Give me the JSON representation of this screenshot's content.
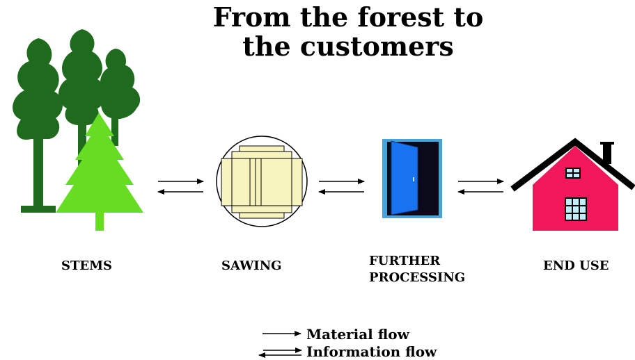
{
  "title": {
    "line1": "From the forest to",
    "line2": "the customers"
  },
  "stages": [
    {
      "label_lines": [
        "STEMS"
      ],
      "icon": "trees-icon"
    },
    {
      "label_lines": [
        "SAWING"
      ],
      "icon": "sawn-log-icon"
    },
    {
      "label_lines": [
        "FURTHER",
        "PROCESSING"
      ],
      "icon": "door-icon"
    },
    {
      "label_lines": [
        "END USE"
      ],
      "icon": "house-icon"
    }
  ],
  "legend": {
    "material": "Material flow",
    "information": "Information flow"
  },
  "colors": {
    "dark_tree": "#1e6b1e",
    "light_tree": "#66dd22",
    "wood": "#f7f4c0",
    "door": "#1873f0",
    "door_frame": "#4aa3d8",
    "house": "#f0185a",
    "roof": "#000000",
    "window": "#bfeeff"
  }
}
